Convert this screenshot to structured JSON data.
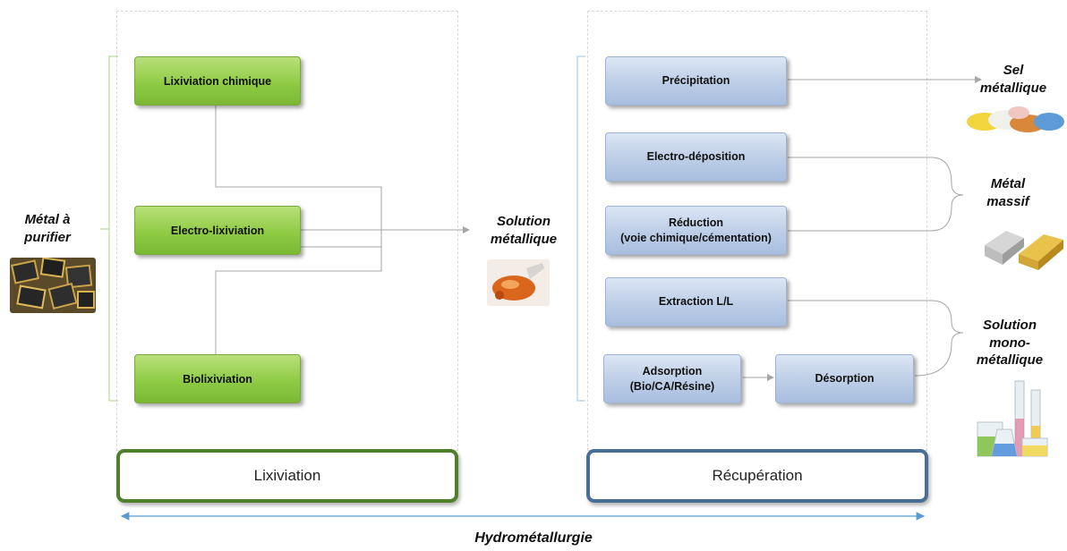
{
  "input": {
    "label": "Métal à purifier"
  },
  "lixiviation": {
    "methods": [
      "Lixiviation chimique",
      "Electro-lixiviation",
      "Biolixiviation"
    ],
    "stage_label": "Lixiviation"
  },
  "intermediate": {
    "label": "Solution métallique"
  },
  "recuperation": {
    "precipitation": "Précipitation",
    "electrodeposition": "Electro-déposition",
    "reduction": "Réduction\n(voie chimique/cémentation)",
    "extraction": "Extraction L/L",
    "adsorption": "Adsorption\n(Bio/CA/Résine)",
    "desorption": "Désorption",
    "stage_label": "Récupération"
  },
  "outputs": {
    "sel": "Sel métallique",
    "massif": "Métal massif",
    "solution": "Solution mono-métallique"
  },
  "footer": {
    "label": "Hydrométallurgie"
  },
  "colors": {
    "green_stage_border": "#4f7f2b",
    "blue_stage_border": "#4a6f96",
    "arrow": "#a6a6a6",
    "timeline_arrow": "#5b9bd5"
  },
  "icons": [
    "circuit-chips-image",
    "orange-solution-flask-image",
    "salt-powders-image",
    "gold-silver-ingots-image",
    "lab-glassware-image"
  ]
}
